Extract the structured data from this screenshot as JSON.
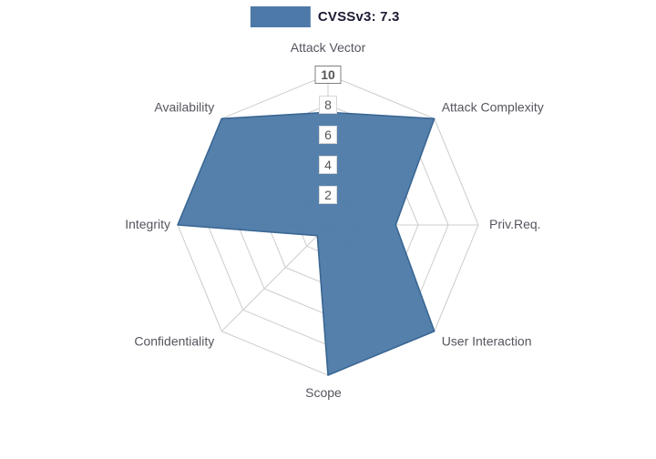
{
  "legend": {
    "series_label": "CVSSv3: 7.3"
  },
  "colors": {
    "series_fill": "#4C79A8",
    "series_stroke": "#3A6693",
    "grid": "#cccccc",
    "axis_label": "#55555f",
    "tick_text": "#555555",
    "tick_box_border": "#d8d8d8",
    "tick_box_border_major": "#808080",
    "legend_text": "#1b1b33",
    "background": "#ffffff"
  },
  "chart_data": {
    "type": "radar",
    "title": "CVSSv3: 7.3",
    "categories": [
      "Attack Vector",
      "Attack Complexity",
      "Priv.Req.",
      "User Interaction",
      "Scope",
      "Confidentiality",
      "Integrity",
      "Availability"
    ],
    "series": [
      {
        "name": "CVSSv3: 7.3",
        "values": [
          7.5,
          10,
          4.5,
          10,
          10,
          1,
          10,
          10
        ]
      }
    ],
    "ticks": [
      2,
      4,
      6,
      8,
      10
    ],
    "range": [
      0,
      10
    ],
    "grid": true,
    "legend_position": "top"
  }
}
